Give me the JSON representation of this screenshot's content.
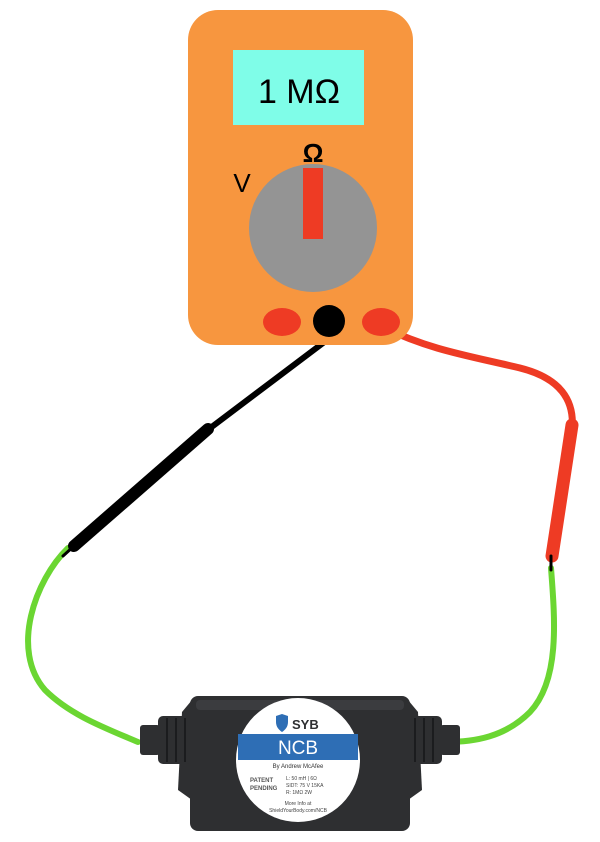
{
  "meter": {
    "display": "1 MΩ",
    "dial_label_voltage": "V",
    "dial_label_ohm": "Ω",
    "colors": {
      "body": "#F7963F",
      "screen": "#7FFDE8",
      "dial": "#949494",
      "pointer": "#EE3B24",
      "port_red": "#EE3B24",
      "port_black": "#000000"
    }
  },
  "leads": {
    "colors": {
      "red_wire": "#EE3B24",
      "black_wire": "#000000",
      "green_wire": "#6BD632"
    }
  },
  "device": {
    "brand": "SYB",
    "name": "NCB",
    "byline": "By Andrew McAfee",
    "patent_line1": "PATENT",
    "patent_line2": "PENDING",
    "specs": [
      "L: 50 mH | 6Ω",
      "SIDT: 75 V 15KA",
      "R: 1MΩ 2W"
    ],
    "more_info_label": "More Info at",
    "url": "ShieldYourBody.com/NCB",
    "colors": {
      "body": "#2E2F31",
      "label_bg": "#FFFFFF",
      "label_accent": "#2E6EB5"
    }
  }
}
